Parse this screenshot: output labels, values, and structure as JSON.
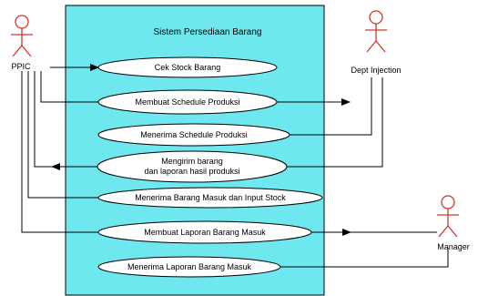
{
  "system": {
    "title": "Sistem Persediaan Barang",
    "fill_color": "#6fe7ee"
  },
  "actors": {
    "ppic": {
      "label": "PPIC",
      "color": "#cc3a2a"
    },
    "dept_injection": {
      "label": "Dept Injection",
      "color": "#cc3a2a"
    },
    "manager": {
      "label": "Manager",
      "color": "#cc3a2a"
    }
  },
  "use_cases": [
    {
      "label": "Cek Stock Barang"
    },
    {
      "label": "Membuat Schedule Produksi"
    },
    {
      "label": "Menerima Schedule Produksi"
    },
    {
      "label_line1": "Mengirim barang",
      "label_line2": "dan laporan hasil produksi"
    },
    {
      "label": "Menerima Barang Masuk dan Input Stock"
    },
    {
      "label": "Membuat Laporan Barang Masuk"
    },
    {
      "label": "Menerima Laporan Barang Masuk"
    }
  ]
}
